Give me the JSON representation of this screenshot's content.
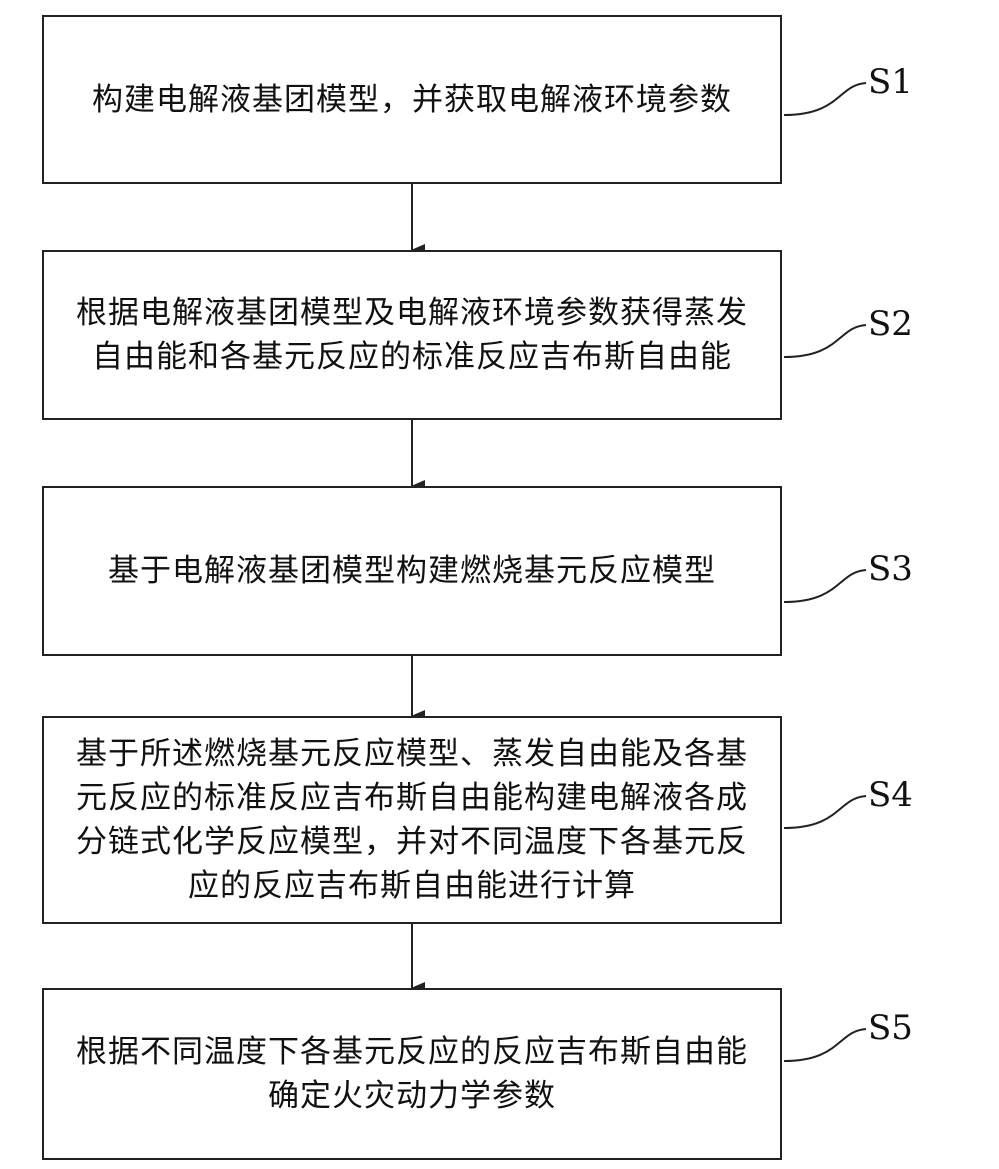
{
  "steps": [
    {
      "label": "S1",
      "text": "构建电解液基团模型，并获取电解液环境参数"
    },
    {
      "label": "S2",
      "text": "根据电解液基团模型及电解液环境参数获得蒸发\n自由能和各基元反应的标准反应吉布斯自由能"
    },
    {
      "label": "S3",
      "text": "基于电解液基团模型构建燃烧基元反应模型"
    },
    {
      "label": "S4",
      "text": "基于所述燃烧基元反应模型、蒸发自由能及各基\n元反应的标准反应吉布斯自由能构建电解液各成\n分链式化学反应模型，并对不同温度下各基元反\n应的反应吉布斯自由能进行计算"
    },
    {
      "label": "S5",
      "text": "根据不同温度下各基元反应的反应吉布斯自由能\n确定火灾动力学参数"
    }
  ]
}
